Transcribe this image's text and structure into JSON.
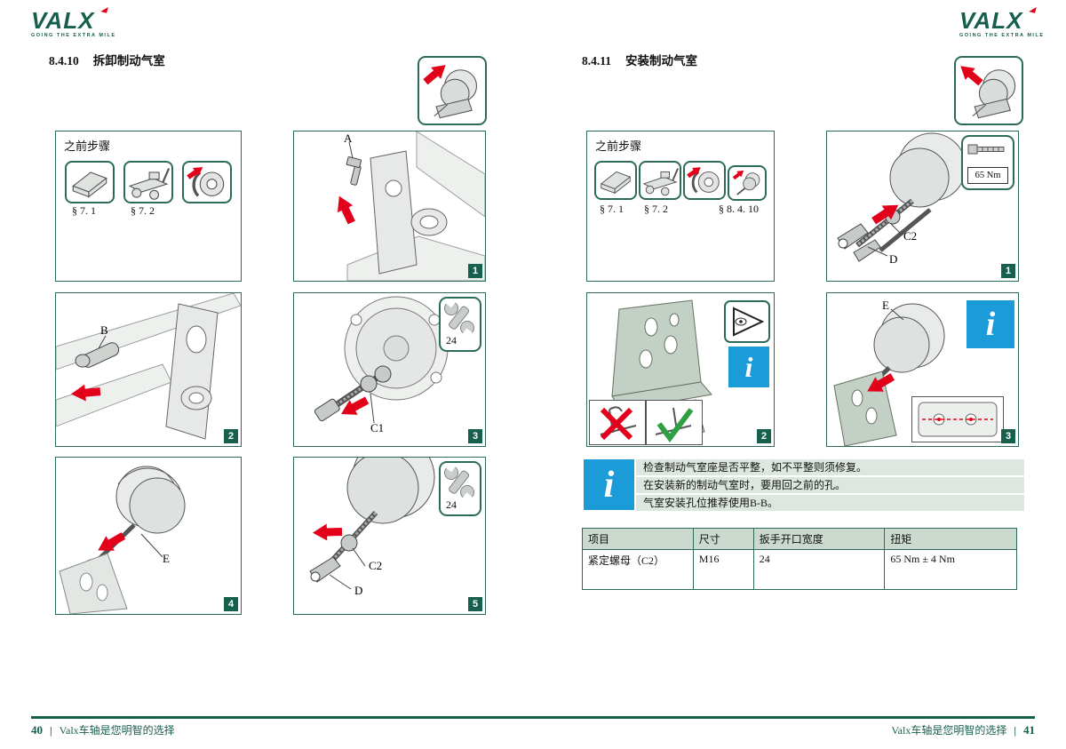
{
  "logo": {
    "text": "VALX",
    "tagline": "GOING THE EXTRA MILE"
  },
  "footer": {
    "left_page": "40",
    "right_page": "41",
    "slogan": "Valx车轴是您明智的选择",
    "separator": "|"
  },
  "colors": {
    "brand_green": "#17604e",
    "info_blue": "#1b9cd8",
    "arrow_red": "#e2001a"
  },
  "left_section": {
    "number": "8.4.10",
    "title": "拆卸制动气室",
    "prev_steps": {
      "title": "之前步骤",
      "refs": [
        "§ 7. 1",
        "§ 7. 2"
      ]
    },
    "steps": [
      {
        "num": "1",
        "labels": [
          "A"
        ]
      },
      {
        "num": "2",
        "labels": [
          "B"
        ]
      },
      {
        "num": "3",
        "labels": [
          "C1"
        ],
        "wrench_size": "24"
      },
      {
        "num": "4",
        "labels": [
          "E"
        ]
      },
      {
        "num": "5",
        "labels": [
          "C2",
          "D"
        ],
        "wrench_size": "24"
      }
    ]
  },
  "right_section": {
    "number": "8.4.11",
    "title": "安装制动气室",
    "prev_steps": {
      "title": "之前步骤",
      "refs": [
        "§ 7. 1",
        "§ 7. 2",
        "§ 8. 4. 10"
      ]
    },
    "steps": [
      {
        "num": "1",
        "labels": [
          "C2",
          "D"
        ],
        "torque": "65 Nm"
      },
      {
        "num": "2",
        "labels": []
      },
      {
        "num": "3",
        "labels": [
          "E"
        ]
      }
    ],
    "note_lines": [
      "检查制动气室座是否平整，如不平整则须修复。",
      "在安装新的制动气室时，要用回之前的孔。",
      "气室安装孔位推荐使用B-B。"
    ],
    "table": {
      "headers": [
        "项目",
        "尺寸",
        "扳手开口宽度",
        "扭矩"
      ],
      "rows": [
        [
          "紧定螺母（C2）",
          "M16",
          "24",
          "65 Nm ± 4 Nm"
        ]
      ]
    }
  },
  "icons": {
    "info_glyph": "i"
  }
}
